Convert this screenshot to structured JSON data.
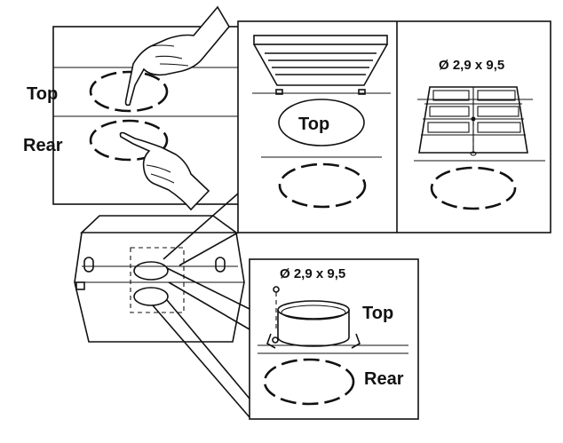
{
  "labels": {
    "top_left": "Top",
    "rear_left": "Rear",
    "top_oval": "Top",
    "screw_spec_upper": "Ø 2,9 x 9,5",
    "screw_spec_lower": "Ø 2,9 x 9,5",
    "top_lower": "Top",
    "rear_lower": "Rear"
  }
}
